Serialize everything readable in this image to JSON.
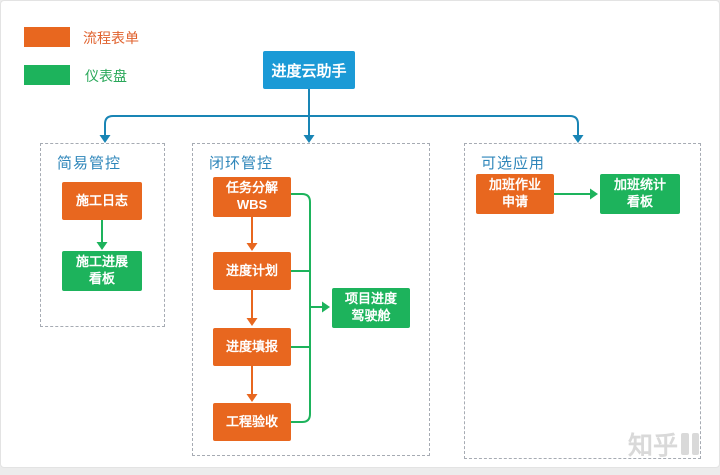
{
  "colors": {
    "process_form_orange": "#E8671F",
    "dashboard_green": "#1DB35C",
    "root_blue": "#1B9AD6",
    "connector_blue": "#1985B5",
    "group_title_blue": "#2E86BA",
    "watermark_gray": "#D9D9D9"
  },
  "legend": [
    {
      "label": "流程表单",
      "swatch_color": "#E8671F"
    },
    {
      "label": "仪表盘",
      "swatch_color": "#1DB35C"
    }
  ],
  "root": {
    "label": "进度云助手"
  },
  "groups": [
    {
      "title": "简易管控",
      "nodes": [
        {
          "label": "施工日志",
          "kind": "流程表单"
        },
        {
          "label": "施工进展\n看板",
          "kind": "仪表盘"
        }
      ]
    },
    {
      "title": "闭环管控",
      "nodes": [
        {
          "label": "任务分解\nWBS",
          "kind": "流程表单"
        },
        {
          "label": "进度计划",
          "kind": "流程表单"
        },
        {
          "label": "进度填报",
          "kind": "流程表单"
        },
        {
          "label": "工程验收",
          "kind": "流程表单"
        },
        {
          "label": "项目进度\n驾驶舱",
          "kind": "仪表盘"
        }
      ]
    },
    {
      "title": "可选应用",
      "nodes": [
        {
          "label": "加班作业\n申请",
          "kind": "流程表单"
        },
        {
          "label": "加班统计\n看板",
          "kind": "仪表盘"
        }
      ]
    }
  ],
  "edges": [
    {
      "from": "进度云助手",
      "to": "简易管控"
    },
    {
      "from": "进度云助手",
      "to": "闭环管控"
    },
    {
      "from": "进度云助手",
      "to": "可选应用"
    },
    {
      "from": "施工日志",
      "to": "施工进展看板"
    },
    {
      "from": "任务分解WBS",
      "to": "进度计划"
    },
    {
      "from": "进度计划",
      "to": "进度填报"
    },
    {
      "from": "进度填报",
      "to": "工程验收"
    },
    {
      "from": "任务分解WBS",
      "to": "项目进度驾驶舱"
    },
    {
      "from": "进度计划",
      "to": "项目进度驾驶舱"
    },
    {
      "from": "进度填报",
      "to": "项目进度驾驶舱"
    },
    {
      "from": "工程验收",
      "to": "项目进度驾驶舱"
    },
    {
      "from": "加班作业申请",
      "to": "加班统计看板"
    }
  ],
  "watermark": {
    "label": "知乎"
  }
}
